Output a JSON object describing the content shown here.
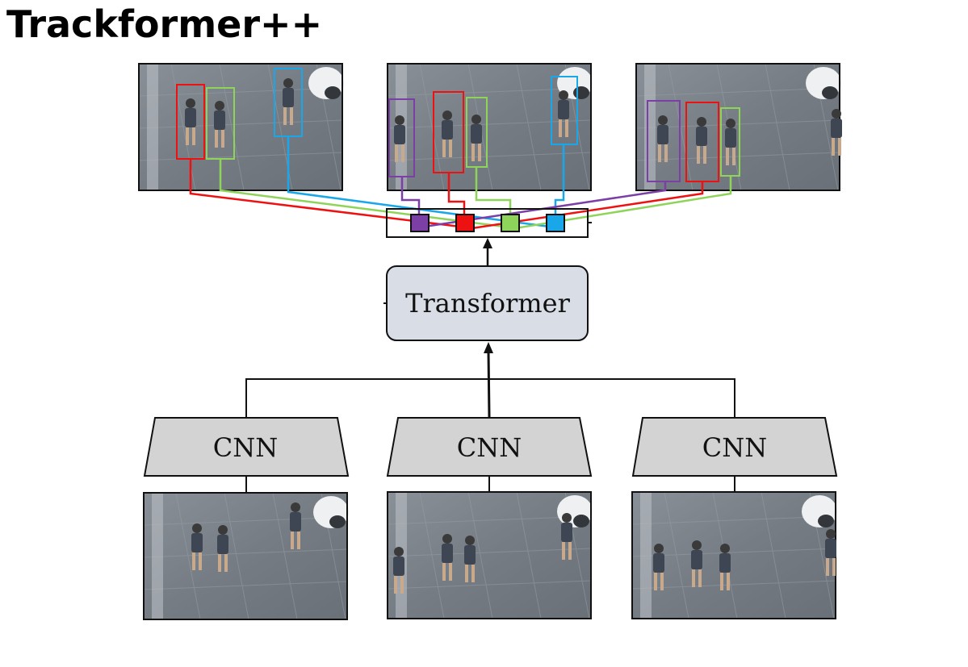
{
  "title": "Trackformer++",
  "transformer_label": "Transformer",
  "cnn_labels": [
    "CNN",
    "CNN",
    "CNN"
  ],
  "colors": {
    "purple": "#7b3fa6",
    "red": "#ee1111",
    "green": "#8fd45a",
    "blue": "#1aa7ea",
    "transformer_fill": "#d8dde6",
    "cnn_fill": "#d3d3d3"
  },
  "track_queries": [
    "purple",
    "red",
    "green",
    "blue"
  ]
}
